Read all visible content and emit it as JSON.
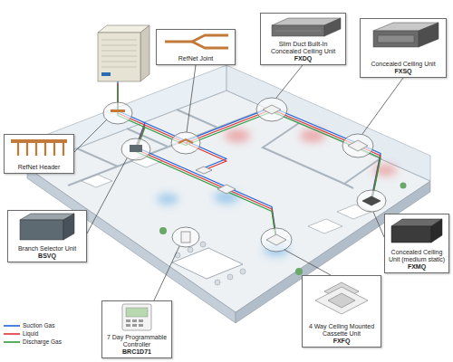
{
  "diagram": {
    "nodes": [
      {
        "text": [
          "RefNet Joint"
        ]
      },
      {
        "text": [
          "Slim Duct Built-In Concealed Ceiling Unit",
          "FXDQ"
        ]
      },
      {
        "text": [
          "Concealed Ceiling Unit",
          "FXSQ"
        ]
      },
      {
        "text": [
          "RefNet Header"
        ]
      },
      {
        "text": [
          "Branch Selector Unit",
          "BSVQ"
        ]
      },
      {
        "text": [
          "Concealed Ceiling Unit (medium static)",
          "FXMQ"
        ]
      },
      {
        "text": [
          "7 Day Programmable Controller",
          "BRC1D71"
        ]
      },
      {
        "text": [
          "4 Way Ceiling Mounted Cassette Unit",
          "FXFQ"
        ]
      }
    ],
    "legend": [
      {
        "text": "Suction Gas"
      },
      {
        "text": "Liquid"
      },
      {
        "text": "Discharge Gas"
      }
    ]
  }
}
